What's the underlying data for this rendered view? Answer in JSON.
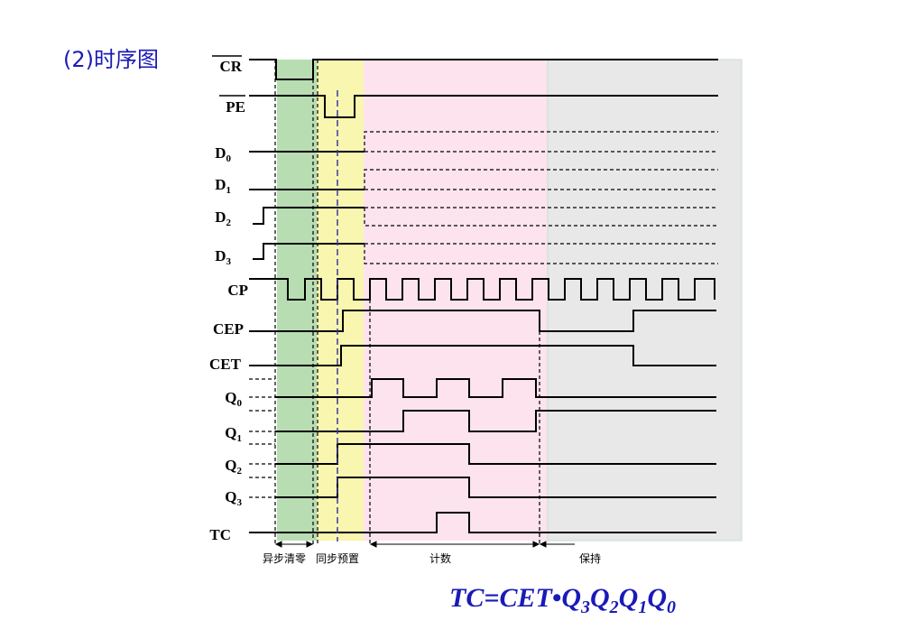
{
  "title": "(2)时序图",
  "signals": [
    {
      "name": "CR",
      "overline": true
    },
    {
      "name": "PE",
      "overline": true
    },
    {
      "name": "D",
      "sub": "0"
    },
    {
      "name": "D",
      "sub": "1"
    },
    {
      "name": "D",
      "sub": "2"
    },
    {
      "name": "D",
      "sub": "3"
    },
    {
      "name": "CP"
    },
    {
      "name": "CEP"
    },
    {
      "name": "CET"
    },
    {
      "name": "Q",
      "sub": "0"
    },
    {
      "name": "Q",
      "sub": "1"
    },
    {
      "name": "Q",
      "sub": "2"
    },
    {
      "name": "Q",
      "sub": "3"
    },
    {
      "name": "TC"
    }
  ],
  "phases": [
    {
      "label": "异步清零",
      "color": "#b8ddb3"
    },
    {
      "label": "同步预置",
      "color": "#f9f6b0"
    },
    {
      "label": "计数",
      "color": "#fde3ee"
    },
    {
      "label": "保持",
      "color": "#e8e8e8"
    }
  ],
  "formula": {
    "lhs": "TC",
    "rhs": "CET•",
    "terms": [
      {
        "v": "Q",
        "s": "3"
      },
      {
        "v": "Q",
        "s": "2"
      },
      {
        "v": "Q",
        "s": "1"
      },
      {
        "v": "Q",
        "s": "0"
      }
    ]
  },
  "colors": {
    "title": "#1a1ab8",
    "dash": "#3a3aa0"
  }
}
